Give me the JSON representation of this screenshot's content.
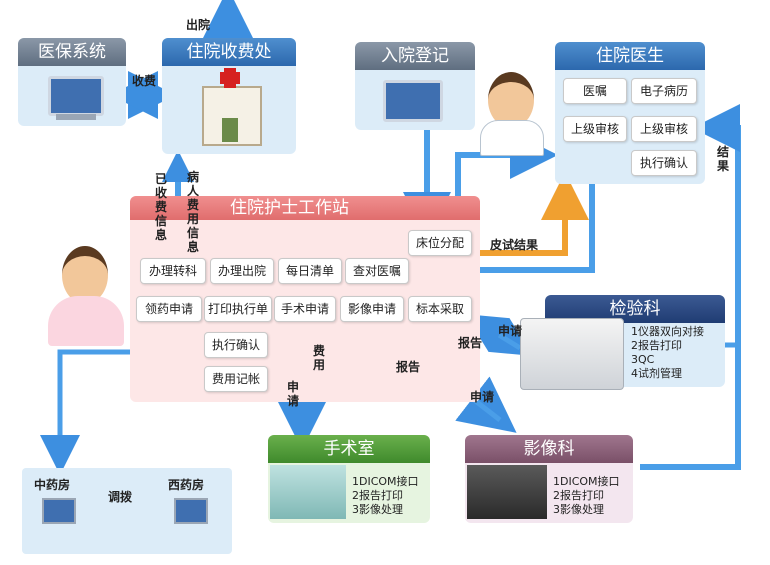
{
  "yibao": {
    "title": "医保系统"
  },
  "shoufei": {
    "title": "住院收费处"
  },
  "ruyuan": {
    "title": "入院登记"
  },
  "yisheng": {
    "title": "住院医生",
    "items": [
      "医嘱",
      "电子病历",
      "上级审核",
      "上级审核",
      "执行确认"
    ]
  },
  "hushi": {
    "title": "住院护士工作站",
    "row1": [
      "办理转科",
      "办理出院",
      "每日清单",
      "查对医嘱"
    ],
    "bed": "床位分配",
    "row2": [
      "领药申请",
      "打印执行单",
      "手术申请",
      "影像申请",
      "标本采取"
    ],
    "col": [
      "执行确认",
      "费用记帐"
    ]
  },
  "jianyan": {
    "title": "检验科",
    "lines": [
      "1仪器双向对接",
      "2报告打印",
      "3QC",
      "4试剂管理"
    ]
  },
  "shoushu": {
    "title": "手术室",
    "lines": [
      "1DICOM接口",
      "2报告打印",
      "3影像处理"
    ]
  },
  "yingxiang": {
    "title": "影像科",
    "lines": [
      "1DICOM接口",
      "2报告打印",
      "3影像处理"
    ]
  },
  "yaofang": {
    "left": "中药房",
    "right": "西药房",
    "exchange": "调拨"
  },
  "labels": {
    "chuyuan": "出院",
    "shoufei": "收费",
    "yishoufei": "已收费信息",
    "bingren": "病人费用信息",
    "pishi": "皮试结果",
    "jieguo": "结果",
    "shenqing1": "申请",
    "baogao1": "报告",
    "baogao2": "报告",
    "shenqing2": "申请",
    "feiyong": "费用",
    "shenqing3": "申请"
  },
  "colors": {
    "arrow": "#4a9ee8",
    "accent_orange": "#f0a030",
    "panel": "#dcecf8",
    "nurse_panel": "#fde7e7"
  }
}
